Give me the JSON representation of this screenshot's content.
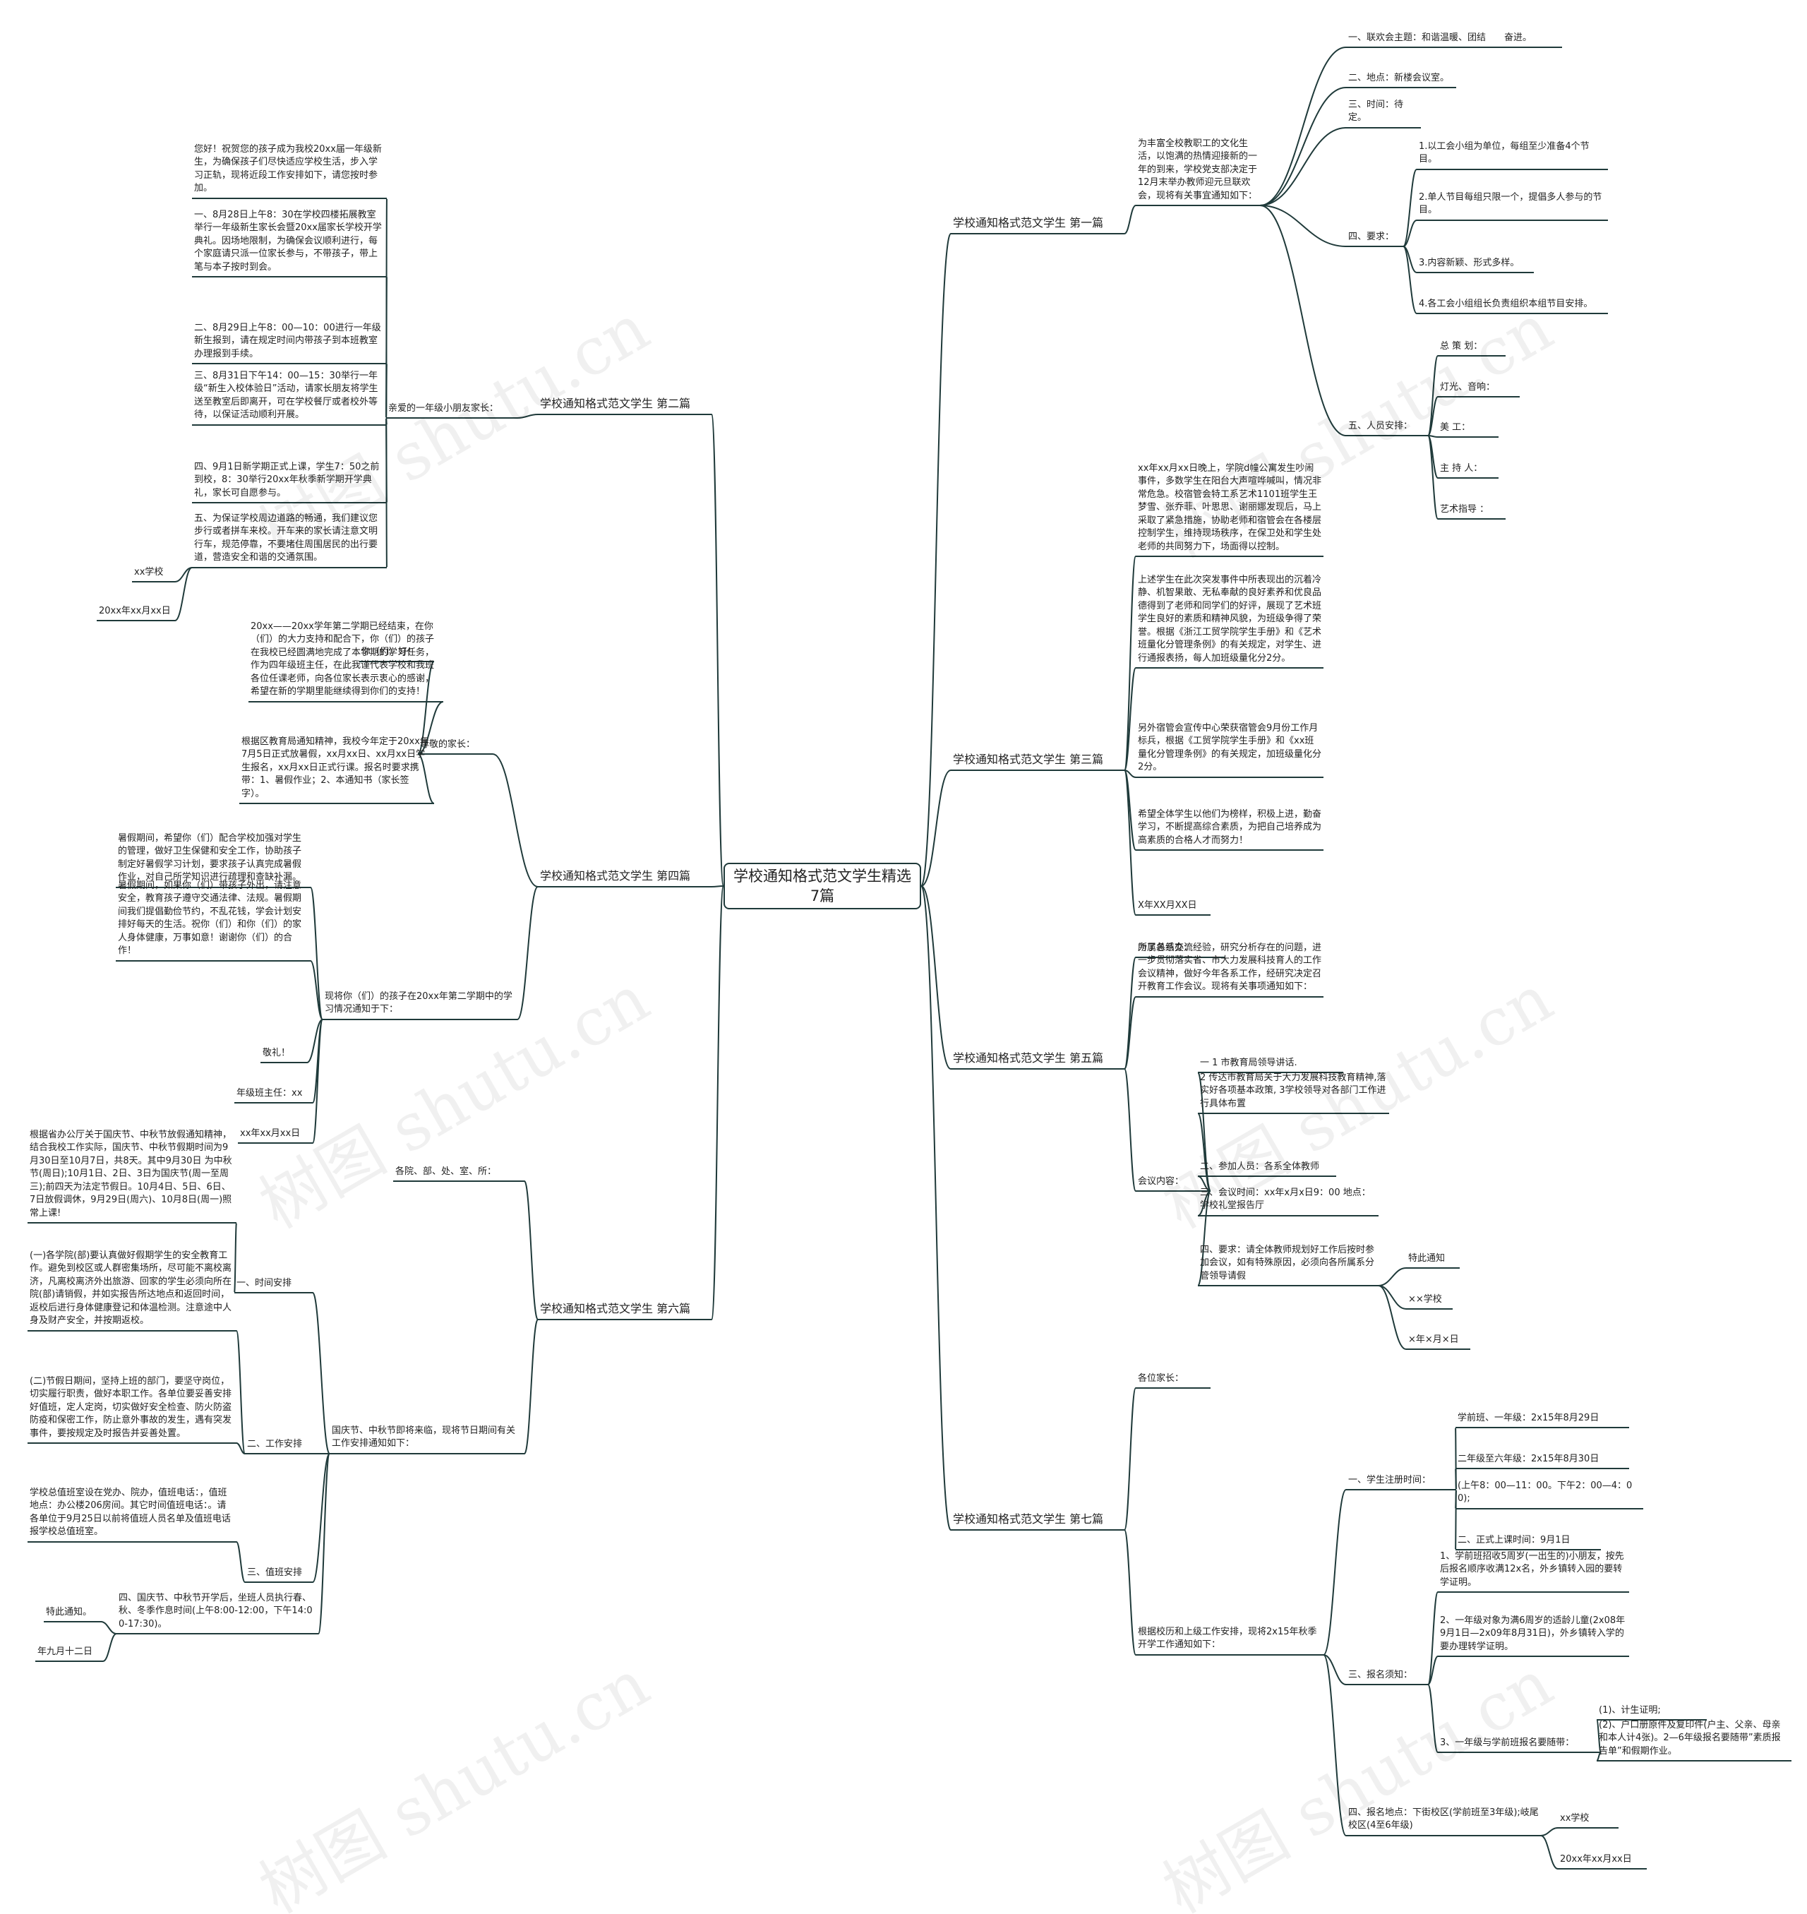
{
  "root": {
    "title": "学校通知格式范文学生精选7篇"
  },
  "watermark": "树图 shutu.cn",
  "branches": [
    {
      "label": "学校通知格式范文学生 第一篇",
      "side": "right",
      "children": [
        {
          "text": "为丰富全校教职工的文化生活，以饱满的热情迎接新的一年的到来，学校党支部决定于12月末举办教师迎元旦联欢会，现将有关事宜通知如下：",
          "children": [
            {
              "text": "一、联欢会主题：和谐温暖、团结　　奋进。"
            },
            {
              "text": "二、地点：新楼会议室。"
            },
            {
              "text": "三、时间：待定。"
            },
            {
              "text": "四、要求：",
              "children": [
                {
                  "text": "1.以工会小组为单位，每组至少准备4个节目。"
                },
                {
                  "text": "2.单人节目每组只限一个，提倡多人参与的节目。"
                },
                {
                  "text": "3.内容新颖、形式多样。"
                },
                {
                  "text": "4.各工会小组组长负责组织本组节目安排。"
                }
              ]
            },
            {
              "text": "五、人员安排：",
              "children": [
                {
                  "text": "总 策 划："
                },
                {
                  "text": "灯光、音响："
                },
                {
                  "text": "美 工："
                },
                {
                  "text": "主 持 人："
                },
                {
                  "text": "艺术指导 ："
                }
              ]
            }
          ]
        }
      ]
    },
    {
      "label": "学校通知格式范文学生 第二篇",
      "side": "left",
      "children": [
        {
          "text": "亲爱的一年级小朋友家长：",
          "children": [
            {
              "text": "您好！祝贺您的孩子成为我校20xx届一年级新生，为确保孩子们尽快适应学校生活，步入学习正轨，现将近段工作安排如下，请您按时参加。"
            },
            {
              "text": "一、8月28日上午8：30在学校四楼拓展教室举行一年级新生家长会暨20xx届家长学校开学典礼。因场地限制，为确保会议顺利进行，每个家庭请只派一位家长参与，不带孩子，带上笔与本子按时到会。"
            },
            {
              "text": "二、8月29日上午8：00—10：00进行一年级新生报到，请在规定时间内带孩子到本班教室办理报到手续。"
            },
            {
              "text": "三、8月31日下午14：00—15：30举行一年级“新生入校体验日”活动，请家长朋友将学生送至教室后即离开，可在学校餐厅或者校外等待，以保证活动顺利开展。"
            },
            {
              "text": "四、9月1日新学期正式上课，学生7：50之前到校，8：30举行20xx年秋季新学期开学典礼，家长可自愿参与。"
            },
            {
              "text": "五、为保证学校周边道路的畅通，我们建议您步行或者拼车来校。开车来的家长请注意文明行车，规范停靠，不要堵住周围居民的出行要道，营造安全和谐的交通氛围。",
              "children": [
                {
                  "text": "xx学校"
                },
                {
                  "text": "20xx年xx月xx日"
                }
              ]
            }
          ]
        }
      ]
    },
    {
      "label": "学校通知格式范文学生 第三篇",
      "side": "right",
      "children": [
        {
          "text": "xx年xx月xx日晚上，学院d幢公寓发生吵闹事件，多数学生在阳台大声喧哗喊叫，情况非常危急。校宿管会特工系艺术1101班学生王梦雪、张乔菲、叶思思、谢丽娜发现后，马上采取了紧急措施，协助老师和宿管会在各楼层控制学生，维持现场秩序，在保卫处和学生处老师的共同努力下，场面得以控制。"
        },
        {
          "text": "上述学生在此次突发事件中所表现出的沉着冷静、机智果敢、无私奉献的良好素养和优良品德得到了老师和同学们的好评，展现了艺术班学生良好的素质和精神风貌，为班级争得了荣誉。根据《浙江工贸学院学生手册》和《艺术班量化分管理条例》的有关规定，对学生、进行通报表扬，每人加班级量化分2分。"
        },
        {
          "text": "另外宿管会宣传中心荣获宿管会9月份工作月标兵，根据《工贸学院学生手册》和《xx班量化分管理条例》的有关规定，加班级量化分2分。"
        },
        {
          "text": "希望全体学生以他们为榜样，积极上进，勤奋学习，不断提高综合素质，为把自己培养成为高素质的合格人才而努力！"
        },
        {
          "text": "X年XX月XX日"
        }
      ]
    },
    {
      "label": "学校通知格式范文学生 第四篇",
      "side": "left",
      "children": [
        {
          "text": "尊敬的家长：",
          "children": [
            {
              "text": "你（们）好！"
            },
            {
              "text": "20xx——20xx学年第二学期已经结束，在你（们）的大力支持和配合下，你（们）的孩子在我校已经圆满地完成了本学期的学习任务，作为四年级班主任，在此我谨代表学校和我班各位任课老师，向各位家长表示衷心的感谢，希望在新的学期里能继续得到你们的支持！"
            },
            {
              "text": "根据区教育局通知精神，我校今年定于20xx年7月5日正式放暑假，xx月xx日、xx月xx日学生报名，xx月xx日正式行课。报名时要求携带：1、暑假作业；2、本通知书（家长签字）。"
            }
          ]
        },
        {
          "text": "现将你（们）的孩子在20xx年第二学期中的学习情况通知于下：",
          "children": [
            {
              "text": "暑假期间，希望你（们）配合学校加强对学生的管理，做好卫生保健和安全工作，协助孩子制定好暑假学习计划，要求孩子认真完成暑假作业，对自己所学知识进行疏理和查缺补漏。"
            },
            {
              "text": "暑假期间，如果你（们）带孩子外出，请注意安全，教育孩子遵守交通法律、法规。暑假期间我们提倡勤俭节约，不乱花钱，学会计划安排好每天的生活。祝你（们）和你（们）的家人身体健康，万事如意！谢谢你（们）的合作！"
            },
            {
              "text": "敬礼！"
            },
            {
              "text": "年级班主任：xx"
            },
            {
              "text": "xx年xx月xx日"
            }
          ]
        }
      ]
    },
    {
      "label": "学校通知格式范文学生 第五篇",
      "side": "right",
      "children": [
        {
          "text": "所属各系办："
        },
        {
          "text": "为了总结交流经验，研究分析存在的问题，进一步贯彻落实省、市大力发展科技育人的工作会议精神，做好今年各系工作，经研究决定召开教育工作会议。现将有关事项通知如下："
        },
        {
          "text": "会议内容：",
          "children": [
            {
              "text": "一 1 市教育局领导讲话."
            },
            {
              "text": "2 传达市教育局关于大力发展科技教育精神,落实好各项基本政策, 3学校领导对各部门工作进行具体布置"
            },
            {
              "text": "二、参加人员：各系全体教师"
            },
            {
              "text": "三、会议时间：xx年x月x日9：00 地点：学校礼堂报告厅"
            },
            {
              "text": "四、要求：请全体教师规划好工作后按时参加会议，如有特殊原因，必须向各所属系分管领导请假",
              "children": [
                {
                  "text": "特此通知"
                },
                {
                  "text": "××学校"
                },
                {
                  "text": "×年×月×日"
                }
              ]
            }
          ]
        }
      ]
    },
    {
      "label": "学校通知格式范文学生 第六篇",
      "side": "left",
      "children": [
        {
          "text": "各院、部、处、室、所："
        },
        {
          "text": "国庆节、中秋节即将来临，现将节日期间有关工作安排通知如下：",
          "children": [
            {
              "text": "一、时间安排",
              "children": [
                {
                  "text": "根据省办公厅关于国庆节、中秋节放假通知精神，结合我校工作实际，国庆节、中秋节假期时间为9月30日至10月7日，共8天。其中9月30日 为中秋节(周日);10月1日、2日、3日为国庆节(周一至周三);前四天为法定节假日。10月4日、5日、6日、7日放假调休，9月29日(周六)、10月8日(周一)照常上课!"
                }
              ]
            },
            {
              "text": "二、工作安排",
              "children": [
                {
                  "text": "(一)各学院(部)要认真做好假期学生的安全教育工作。避免到校区或人群密集场所，尽可能不离校离济，凡离校离济外出旅游、回家的学生必须向所在院(部)请销假，并如实报告所达地点和返回时间，返校后进行身体健康登记和体温检测。注意途中人身及财产安全，并按期返校。"
                },
                {
                  "text": "(二)节假日期间，坚持上班的部门，要坚守岗位，切实履行职责，做好本职工作。各单位要妥善安排好值班，定人定岗，切实做好安全检查、防火防盗防疫和保密工作，防止意外事故的发生，遇有突发事件，要按规定及时报告并妥善处置。"
                }
              ]
            },
            {
              "text": "三、值班安排",
              "children": [
                {
                  "text": "学校总值班室设在党办、院办，值班电话：，值班地点：办公楼206房间。其它时间值班电话：。请各单位于9月25日以前将值班人员名单及值班电话报学校总值班室。"
                }
              ]
            },
            {
              "text": "四、国庆节、中秋节开学后，坐班人员执行春、秋、冬季作息时间(上午8:00-12:00，下午14:00-17:30)。",
              "children": [
                {
                  "text": "特此通知。"
                },
                {
                  "text": "年九月十二日"
                }
              ]
            }
          ]
        }
      ]
    },
    {
      "label": "学校通知格式范文学生 第七篇",
      "side": "right",
      "children": [
        {
          "text": "各位家长："
        },
        {
          "text": "根据校历和上级工作安排，现将2x15年秋季开学工作通知如下：",
          "children": [
            {
              "text": "一、学生注册时间：",
              "children": [
                {
                  "text": "学前班、一年级：2x15年8月29日"
                },
                {
                  "text": "二年级至六年级：2x15年8月30日"
                },
                {
                  "text": "(上午8：00—11：00。下午2：00—4：00);"
                },
                {
                  "text": "二、正式上课时间：9月1日"
                }
              ]
            },
            {
              "text": "三、报名须知：",
              "children": [
                {
                  "text": "1、学前班招收5周岁(一出生的)小朋友，按先后报名顺序收满12x名，外乡镇转入园的要转学证明。"
                },
                {
                  "text": "2、一年级对象为满6周岁的适龄儿童(2x08年9月1日—2x09年8月31日)，外乡镇转入学的要办理转学证明。"
                },
                {
                  "text": "3、一年级与学前班报名要随带：",
                  "children": [
                    {
                      "text": "(1)、计生证明;"
                    },
                    {
                      "text": "(2)、户口册原件及复印件(户主、父亲、母亲和本人计4张)。2—6年级报名要随带”素质报告单”和假期作业。"
                    }
                  ]
                }
              ]
            },
            {
              "text": "四、报名地点：下街校区(学前班至3年级);岐尾校区(4至6年级)",
              "children": [
                {
                  "text": "xx学校"
                },
                {
                  "text": "20xx年xx月xx日"
                }
              ]
            }
          ]
        }
      ]
    }
  ]
}
